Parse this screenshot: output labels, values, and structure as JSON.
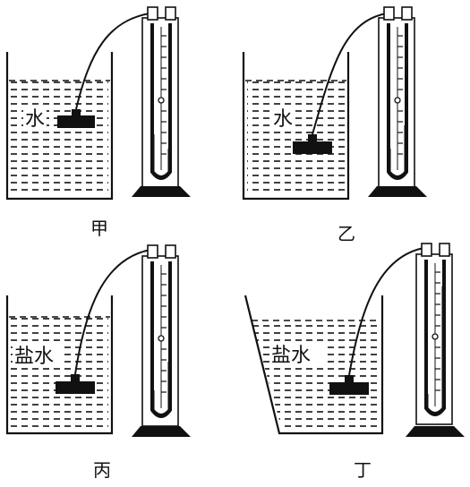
{
  "panels": [
    {
      "caption": "甲",
      "liquid_label": "水"
    },
    {
      "caption": "乙",
      "liquid_label": "水"
    },
    {
      "caption": "丙",
      "liquid_label": "盐水"
    },
    {
      "caption": "丁",
      "liquid_label": "盐水"
    }
  ],
  "colors": {
    "ink": "#111111",
    "background": "#ffffff"
  }
}
